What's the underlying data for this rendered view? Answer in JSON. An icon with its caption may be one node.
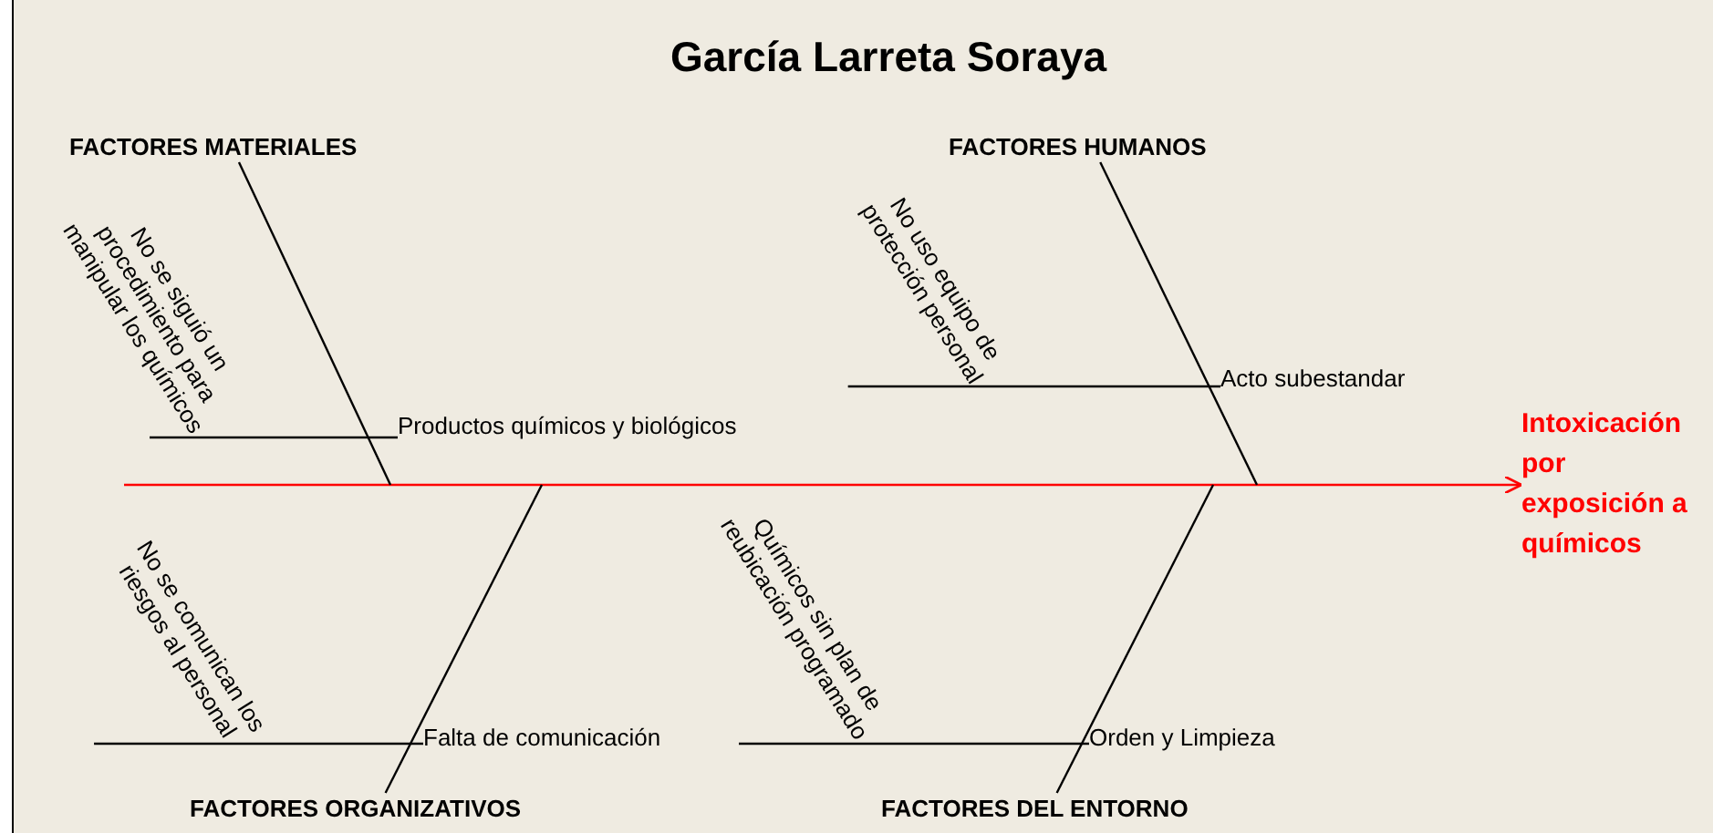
{
  "diagram": {
    "title": "García Larreta Soraya",
    "nodes": [
      {
        "text": [
          "Intoxicación por exposición a químicos"
        ]
      },
      {
        "text": [
          "FACTORES MATERIALES"
        ]
      },
      {
        "text": [
          "FACTORES HUMANOS"
        ]
      },
      {
        "text": [
          "FACTORES ORGANIZATIVOS"
        ]
      },
      {
        "text": [
          "FACTORES DEL ENTORNO"
        ]
      },
      {
        "text": [
          "No se siguió un procedimiento para manipular los químicos"
        ]
      },
      {
        "text": [
          "Productos químicos y biológicos"
        ]
      },
      {
        "text": [
          "No uso equipo de protección personal"
        ]
      },
      {
        "text": [
          "Acto subestandar"
        ]
      },
      {
        "text": [
          "No se comunican los riesgos al personal"
        ]
      },
      {
        "text": [
          "Falta de comunicación"
        ]
      },
      {
        "text": [
          "Químicos sin plan de reubicación programado"
        ]
      },
      {
        "text": [
          "Orden y Limpieza"
        ]
      }
    ],
    "edges": [
      {
        "from": null,
        "to": 0,
        "arrow": "to",
        "color": "#ff0000"
      },
      {
        "from": 1,
        "to": null,
        "arrow": "none"
      },
      {
        "from": 2,
        "to": null,
        "arrow": "none"
      },
      {
        "from": 3,
        "to": null,
        "arrow": "none"
      },
      {
        "from": 4,
        "to": null,
        "arrow": "none"
      },
      {
        "from": 5,
        "to": 6,
        "arrow": "none"
      },
      {
        "from": 7,
        "to": 8,
        "arrow": "none"
      },
      {
        "from": 9,
        "to": 10,
        "arrow": "none"
      },
      {
        "from": 11,
        "to": 12,
        "arrow": "none"
      }
    ]
  }
}
